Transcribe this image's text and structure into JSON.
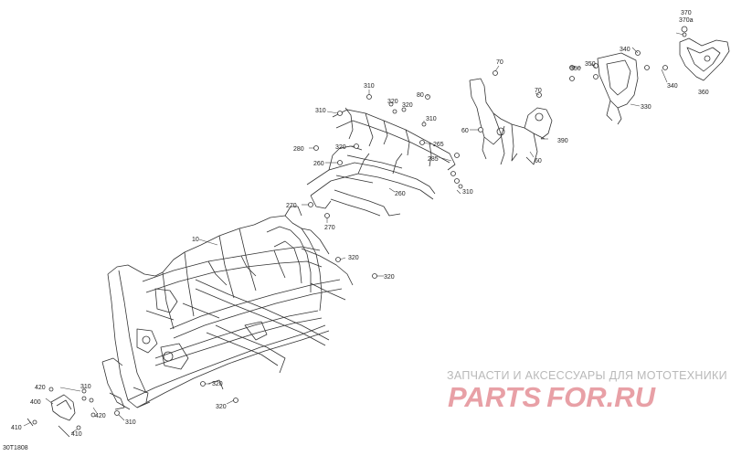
{
  "diagram": {
    "reference_code": "30T1808",
    "part_labels": {
      "p370": "370",
      "p370a": "370a",
      "p340_top": "340",
      "p340_right": "340",
      "p360": "360",
      "p330": "330",
      "p350_a": "350",
      "p350_b": "350",
      "p70_a": "70",
      "p70_b": "70",
      "p60_a": "60",
      "p60_b": "60",
      "p390": "390",
      "p310_a": "310",
      "p310_b": "310",
      "p310_c": "310",
      "p310_d": "310",
      "p310_e": "310",
      "p310_f": "310",
      "p320_a": "320",
      "p320_b": "320",
      "p320_c": "320",
      "p320_d": "320",
      "p320_e": "320",
      "p320_f": "320",
      "p320_g": "320",
      "p80": "80",
      "p265": "265",
      "p285": "285",
      "p280": "280",
      "p260_a": "260",
      "p260_b": "260",
      "p270_a": "270",
      "p270_b": "270",
      "p10": "10",
      "p420_a": "420",
      "p420_b": "420",
      "p400": "400",
      "p410_a": "410",
      "p410_b": "410"
    }
  },
  "watermark": {
    "caption": "ЗАПЧАСТИ И АКСЕССУАРЫ ДЛЯ МОТОТЕХНИКИ",
    "logo_part1": "PARTS",
    "logo_part2": "FOR",
    "logo_part3": ".RU",
    "logo_color": "#e8a0a6"
  }
}
